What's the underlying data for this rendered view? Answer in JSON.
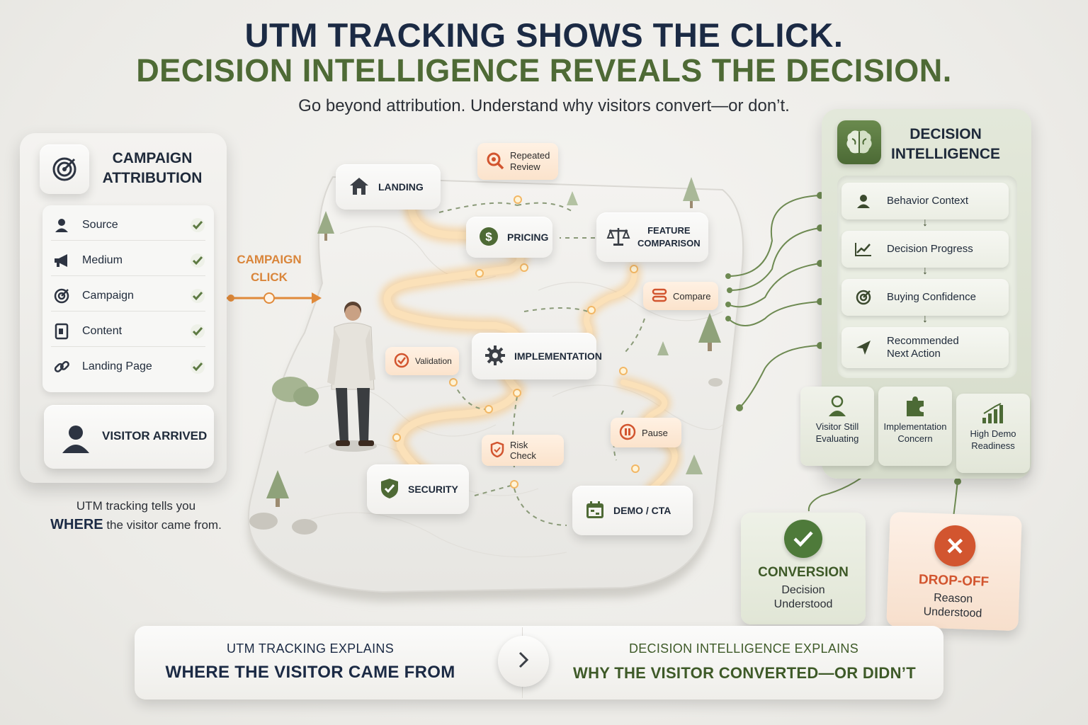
{
  "header": {
    "title_line1": "UTM TRACKING SHOWS THE CLICK.",
    "title_line2": "DECISION INTELLIGENCE REVEALS THE DECISION.",
    "subtitle": "Go beyond attribution. Understand why visitors convert—or don’t."
  },
  "campaign_attribution": {
    "title_line1": "CAMPAIGN",
    "title_line2": "ATTRIBUTION",
    "icon": "target-icon",
    "items": [
      {
        "label": "Source",
        "icon": "person-icon"
      },
      {
        "label": "Medium",
        "icon": "megaphone-icon"
      },
      {
        "label": "Campaign",
        "icon": "target-icon"
      },
      {
        "label": "Content",
        "icon": "document-icon"
      },
      {
        "label": "Landing Page",
        "icon": "link-icon"
      }
    ],
    "visitor_arrived": "VISITOR ARRIVED",
    "note_line1": "UTM tracking tells you",
    "note_bold": "WHERE",
    "note_rest": " the visitor came from."
  },
  "campaign_click": {
    "line1": "CAMPAIGN",
    "line2": "CLICK"
  },
  "journey": {
    "nodes": {
      "landing": "LANDING",
      "pricing": "PRICING",
      "feature_line1": "FEATURE",
      "feature_line2": "COMPARISON",
      "implementation": "IMPLEMENTATION",
      "security": "SECURITY",
      "demo": "DEMO / CTA"
    },
    "signals": {
      "repeated_line1": "Repeated",
      "repeated_line2": "Review",
      "compare": "Compare",
      "validation": "Validation",
      "risk_check": "Risk Check",
      "pause": "Pause"
    }
  },
  "decision_intelligence": {
    "title_line1": "DECISION",
    "title_line2": "INTELLIGENCE",
    "icon": "brain-icon",
    "steps": [
      {
        "label": "Behavior Context",
        "icon": "person-icon"
      },
      {
        "label": "Decision Progress",
        "icon": "line-chart-icon"
      },
      {
        "label": "Buying Confidence",
        "icon": "target-icon"
      },
      {
        "label_line1": "Recommended",
        "label_line2": "Next Action",
        "icon": "send-icon"
      }
    ],
    "states": [
      {
        "line1": "Visitor Still",
        "line2": "Evaluating",
        "icon": "person-icon"
      },
      {
        "line1": "Implementation",
        "line2": "Concern",
        "icon": "puzzle-icon"
      },
      {
        "line1": "High Demo",
        "line2": "Readiness",
        "icon": "bar-chart-icon"
      }
    ]
  },
  "outcomes": {
    "conversion": {
      "title": "CONVERSION",
      "line1": "Decision",
      "line2": "Understood",
      "color": "#4e7a3a"
    },
    "dropoff": {
      "title": "DROP-OFF",
      "line1": "Reason",
      "line2": "Understood",
      "color": "#d2552f"
    }
  },
  "bottom": {
    "left_line1": "UTM TRACKING EXPLAINS",
    "left_line2": "WHERE THE VISITOR CAME FROM",
    "right_line1": "DECISION INTELLIGENCE EXPLAINS",
    "right_line2": "WHY THE VISITOR CONVERTED—OR DIDN’T"
  },
  "colors": {
    "navy": "#1b2a44",
    "green": "#4e6a35",
    "orange": "#d9853a",
    "glow": "#f6c27a"
  }
}
